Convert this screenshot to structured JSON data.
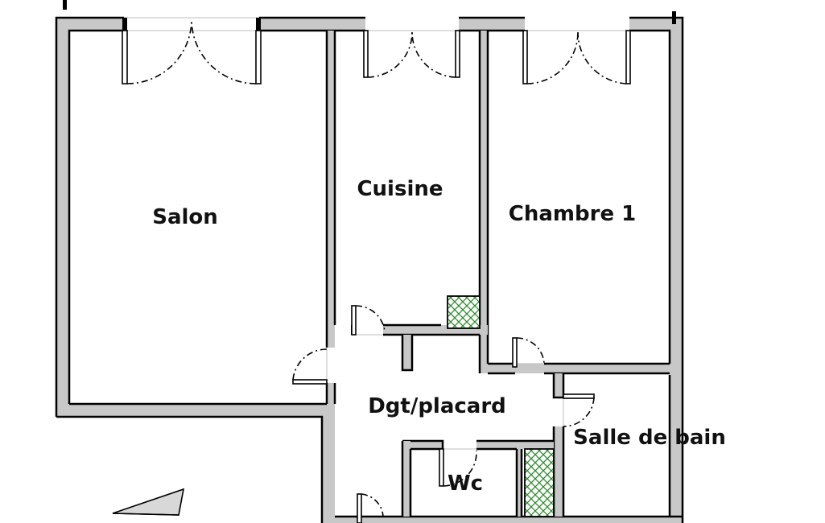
{
  "plan": {
    "rooms": [
      {
        "id": "salon",
        "label": "Salon"
      },
      {
        "id": "cuisine",
        "label": "Cuisine"
      },
      {
        "id": "chambre1",
        "label": "Chambre 1"
      },
      {
        "id": "degagement",
        "label": "Dgt/placard"
      },
      {
        "id": "salle_de_bain",
        "label": "Salle de bain"
      },
      {
        "id": "wc",
        "label": "Wc"
      }
    ],
    "colors": {
      "wall": "#c8c8c8",
      "outline": "#000000",
      "hatch": "#2e8b2e",
      "background": "#ffffff"
    },
    "icons": [
      "north-arrow-icon"
    ]
  }
}
